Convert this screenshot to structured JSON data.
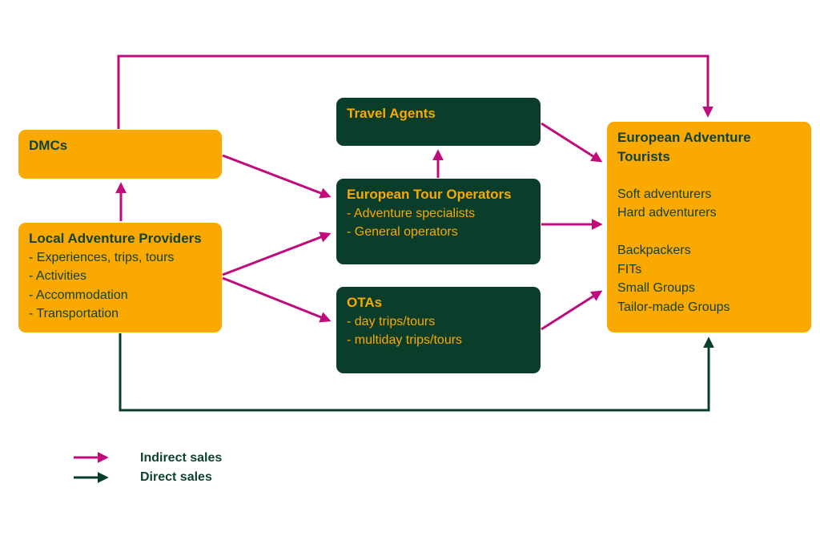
{
  "diagram": {
    "boxes": {
      "dmcs": {
        "title": "DMCs"
      },
      "providers": {
        "title": "Local Adventure Providers",
        "items": [
          "- Experiences, trips, tours",
          "- Activities",
          "- Accommodation",
          "- Transportation"
        ]
      },
      "travel_agents": {
        "title": "Travel Agents"
      },
      "tour_operators": {
        "title": "European Tour Operators",
        "items": [
          "- Adventure specialists",
          "- General operators"
        ]
      },
      "otas": {
        "title": "OTAs",
        "items": [
          "- day trips/tours",
          "- multiday trips/tours"
        ]
      },
      "tourists": {
        "title": "European Adventure Tourists",
        "segment_group_1": [
          "Soft adventurers",
          "Hard adventurers"
        ],
        "segment_group_2": [
          "Backpackers",
          "FITs",
          "Small Groups",
          "Tailor-made Groups"
        ]
      }
    },
    "legend": {
      "indirect_label": "Indirect sales",
      "direct_label": "Direct sales"
    },
    "colors": {
      "orange": "#F9A900",
      "dark_green": "#0B3D2B",
      "magenta": "#C00B7C"
    }
  }
}
